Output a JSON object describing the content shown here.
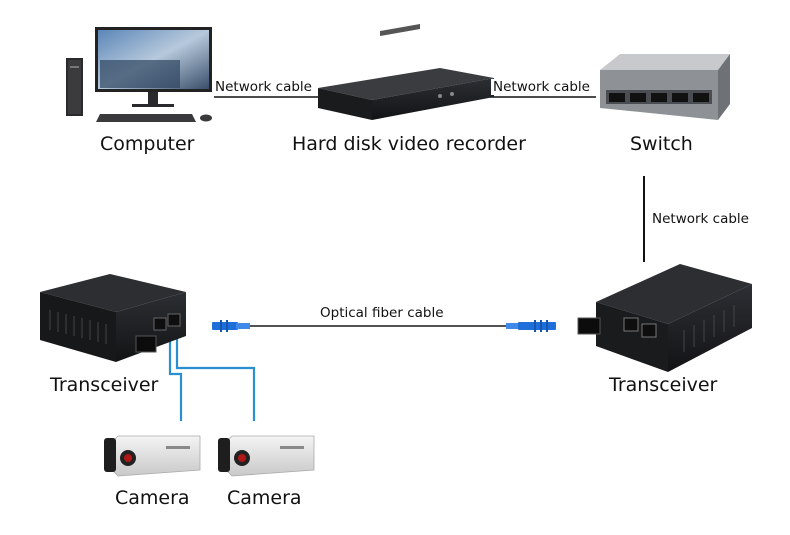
{
  "nodes": {
    "computer": "Computer",
    "recorder": "Hard disk video recorder",
    "switch": "Switch",
    "transceiver_left": "Transceiver",
    "transceiver_right": "Transceiver",
    "camera_1": "Camera",
    "camera_2": "Camera"
  },
  "links": {
    "computer_recorder": "Network cable",
    "recorder_switch": "Network cable",
    "switch_transceiver": "Network cable",
    "fiber": "Optical fiber cable"
  },
  "colors": {
    "network_cable": "#111111",
    "camera_cable": "#2a8fd0",
    "fiber_connector": "#1e6fd9",
    "device_body": "#1d1f22"
  }
}
